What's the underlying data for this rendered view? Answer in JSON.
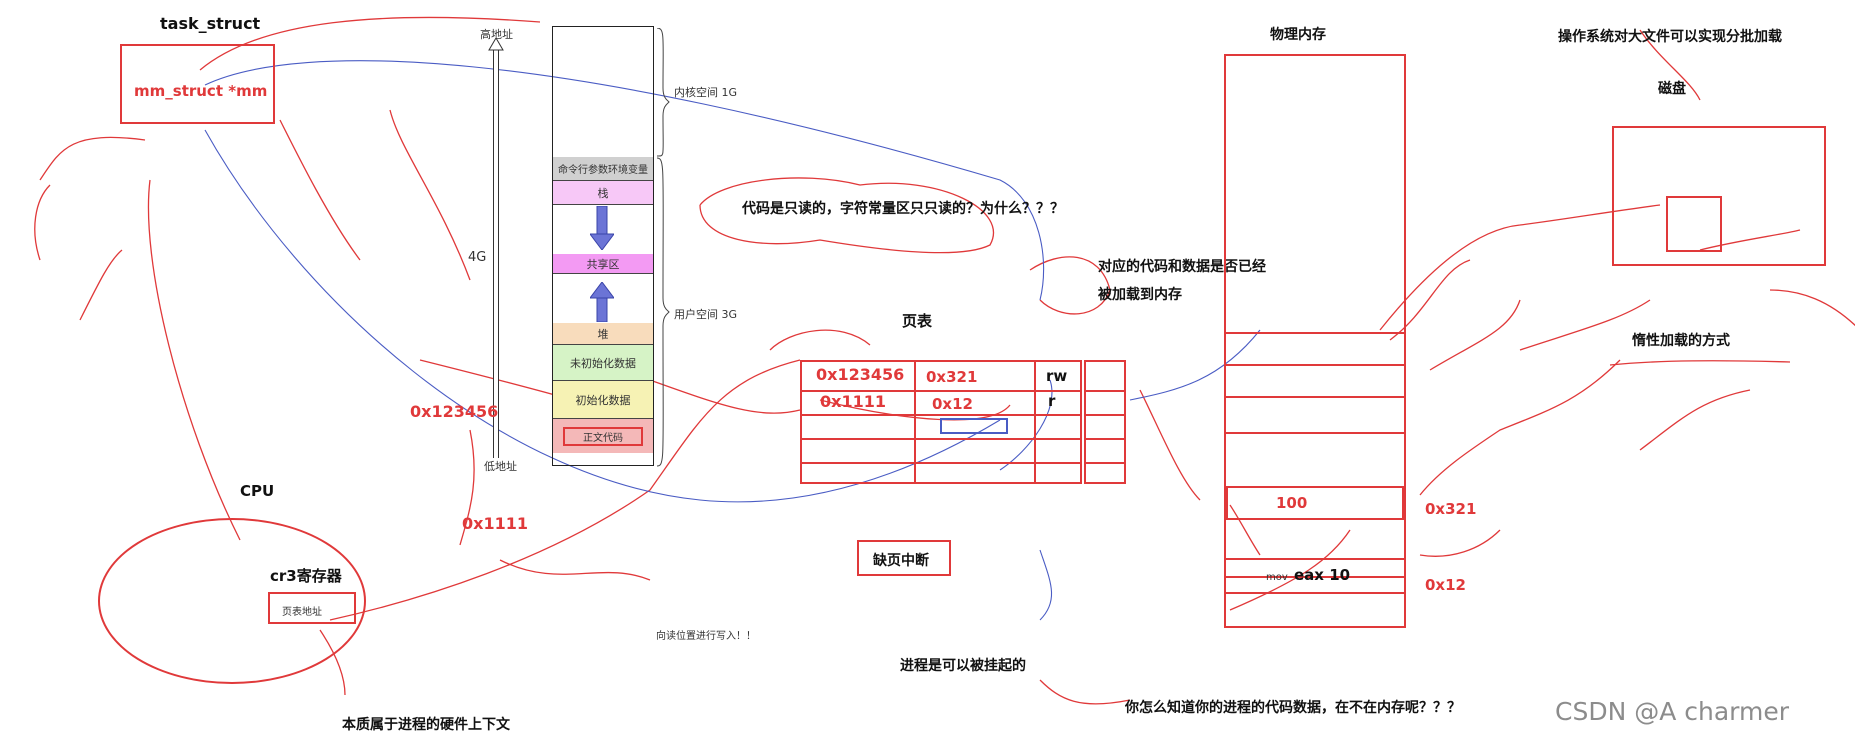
{
  "task": {
    "title": "task_struct",
    "field": "mm_struct *mm"
  },
  "vspace": {
    "high": "高地址",
    "low": "低地址",
    "total": "4G",
    "kernel_label": "内核空间 1G",
    "user_label": "用户空间 3G",
    "segments": [
      "命令行参数环境变量",
      "栈",
      "共享区",
      "堆",
      "未初始化数据",
      "初始化数据",
      "正文代码"
    ]
  },
  "addr1": "0x123456",
  "addr2": "0x1111",
  "cpu": {
    "title": "CPU",
    "reg": "cr3寄存器",
    "slot": "页表地址"
  },
  "hw_note": "本质属于进程的硬件上下文",
  "write_note": "向读位置进行写入！！",
  "question_ro": "代码是只读的，字符常量区只只读的？为什么？？？",
  "pt": {
    "title": "页表",
    "rows": [
      {
        "v": "0x123456",
        "p": "0x321",
        "perm": "rw"
      },
      {
        "v": "0x1111",
        "p": "0x12",
        "perm": "r"
      }
    ]
  },
  "loaded_q": [
    "对应的代码和数据是否已经",
    "被加载到内存"
  ],
  "page_fault": "缺页中断",
  "suspend": "进程是可以被挂起的",
  "how_know": "你怎么知道你的进程的代码数据，在不在内存呢？？？",
  "phys": {
    "title": "物理内存",
    "cell100": "100",
    "addr321": "0x321",
    "mov": "mov",
    "eax": "eax 10",
    "addr12": "0x12"
  },
  "os_note": "操作系统对大文件可以实现分批加载",
  "disk": {
    "title": "磁盘",
    "lazy": "惰性加载的方式"
  },
  "watermark": "CSDN @A charmer",
  "colors": {
    "red": "#e0393a",
    "blue": "#4a5cc4"
  }
}
